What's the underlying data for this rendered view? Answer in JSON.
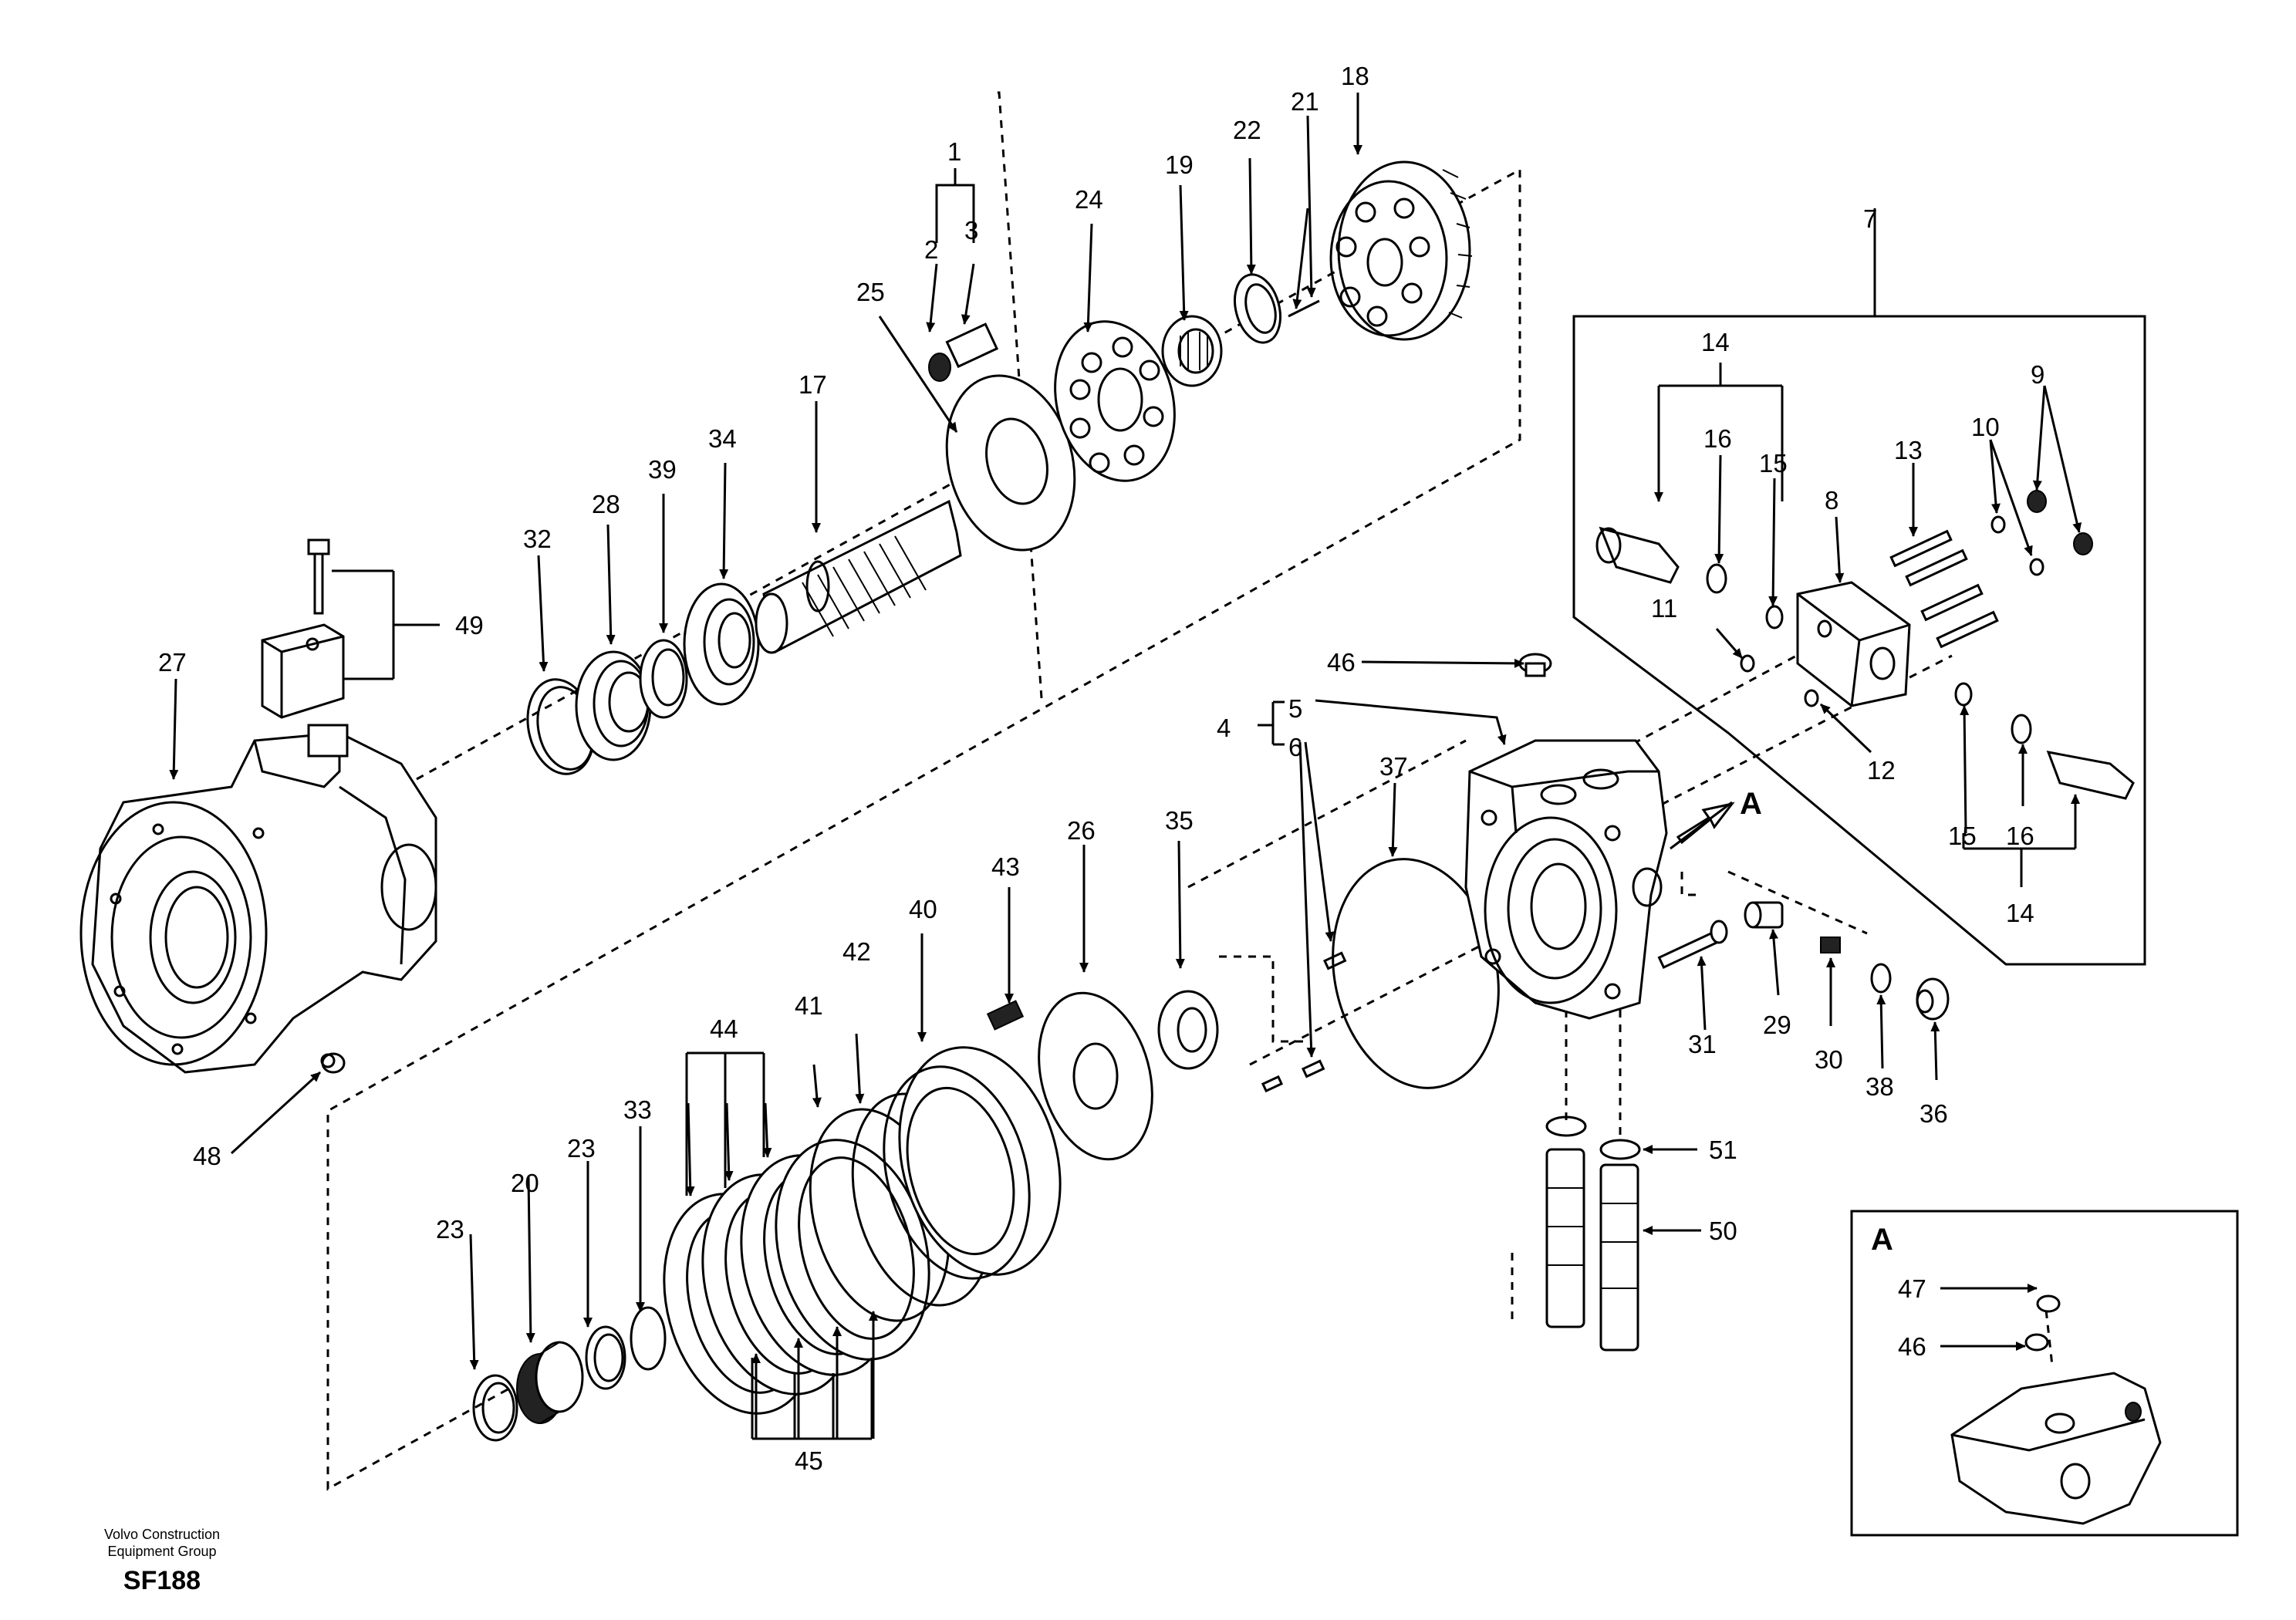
{
  "footer": {
    "company_line1": "Volvo Construction",
    "company_line2": "Equipment Group",
    "sheet_code": "SF188"
  },
  "detail_view": {
    "letter": "A",
    "callouts": [
      "47",
      "46"
    ]
  },
  "view_marker": "A",
  "callouts": {
    "c1": "1",
    "c2": "2",
    "c3": "3",
    "c4": "4",
    "c5": "5",
    "c6": "6",
    "c7": "7",
    "c8": "8",
    "c9": "9",
    "c10": "10",
    "c11": "11",
    "c12": "12",
    "c13": "13",
    "c14a": "14",
    "c14b": "14",
    "c15a": "15",
    "c15b": "15",
    "c16a": "16",
    "c16b": "16",
    "c17": "17",
    "c18": "18",
    "c19": "19",
    "c20": "20",
    "c21": "21",
    "c22": "22",
    "c23a": "23",
    "c23b": "23",
    "c24": "24",
    "c25": "25",
    "c26": "26",
    "c27": "27",
    "c28": "28",
    "c29": "29",
    "c30": "30",
    "c31": "31",
    "c32": "32",
    "c33": "33",
    "c34": "34",
    "c35": "35",
    "c36": "36",
    "c37": "37",
    "c38": "38",
    "c39": "39",
    "c40": "40",
    "c41": "41",
    "c42": "42",
    "c43": "43",
    "c44": "44",
    "c45": "45",
    "c46": "46",
    "c48": "48",
    "c49": "49",
    "c50": "50",
    "c51": "51"
  }
}
